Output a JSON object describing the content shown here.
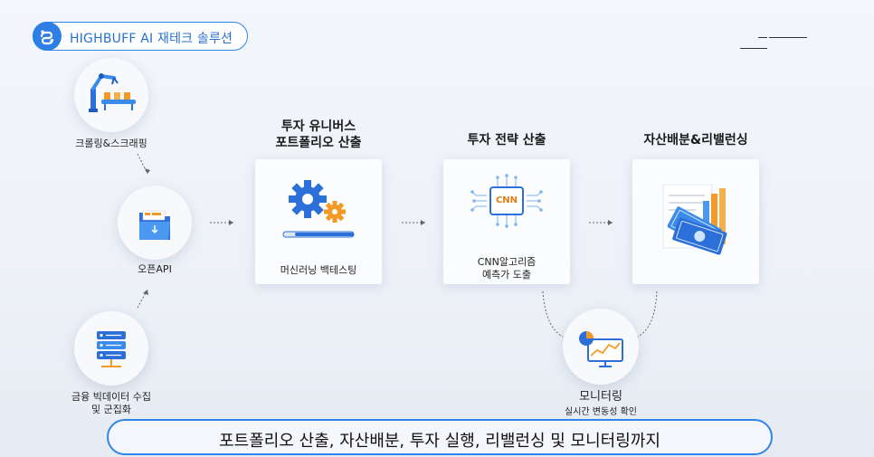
{
  "header": {
    "title": "HIGHBUFF AI 재테크 솔루션"
  },
  "nodes": {
    "crawling": "크롤링&스크래핑",
    "open_api": "오픈API",
    "bigdata_line1": "금융 빅데이터 수집",
    "bigdata_line2": "및 군집화",
    "monitoring_title": "모니터링",
    "monitoring_sub": "실시간 변동성 확인"
  },
  "steps": [
    {
      "title_line1": "투자 유니버스",
      "title_line2": "포트폴리오 산출",
      "caption_line1": "머신러닝 백테스팅",
      "caption_line2": ""
    },
    {
      "title_line1": "투자 전략 산출",
      "title_line2": "",
      "caption_line1": "CNN알고리즘",
      "caption_line2": "예측가 도출",
      "chip_text": "CNN"
    },
    {
      "title_line1": "자산배분&리밸런싱",
      "title_line2": "",
      "caption_line1": "",
      "caption_line2": ""
    }
  ],
  "footer": {
    "text": "포트폴리오 산출, 자산배분, 투자 실행, 리밸런싱 및 모니터링까지"
  },
  "colors": {
    "accent": "#2f86e8",
    "orange": "#f39a26",
    "gear_blue": "#2c6fd8"
  }
}
